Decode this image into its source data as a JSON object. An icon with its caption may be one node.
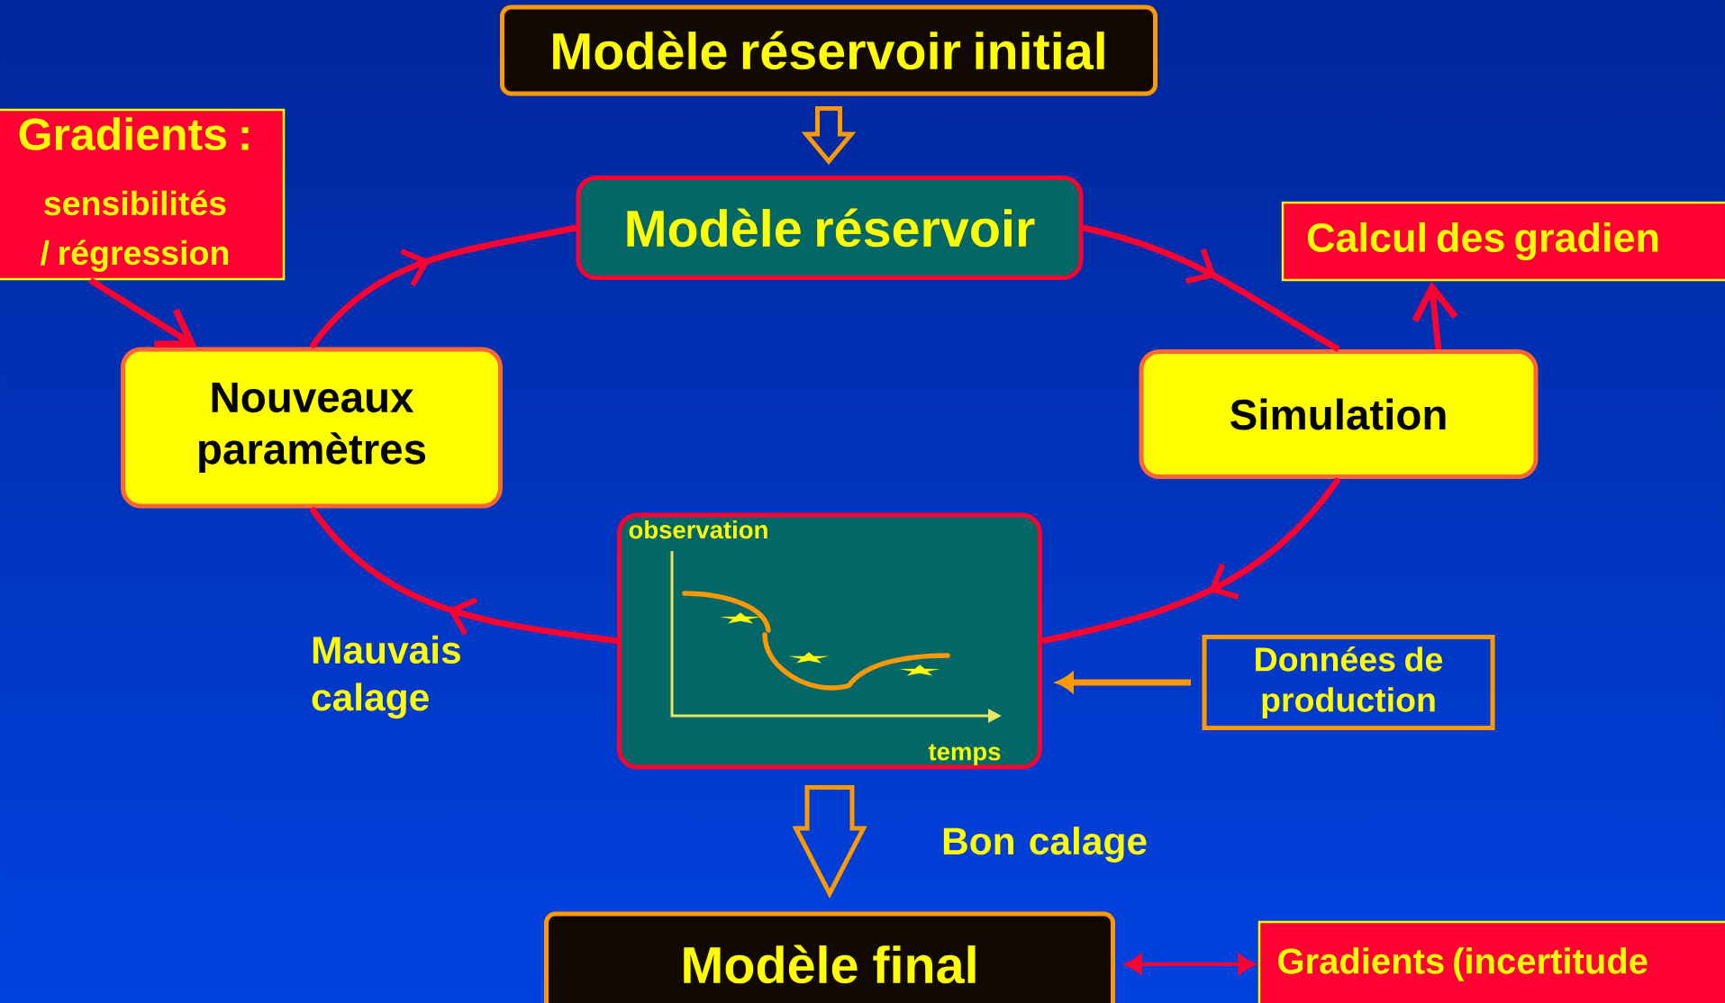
{
  "diagram": {
    "nodes": [
      {
        "text": [
          "Modèle réservoir initial"
        ]
      },
      {
        "text": [
          "Modèle réservoir"
        ]
      },
      {
        "text": [
          "Gradients :",
          "sensibilités / régression"
        ]
      },
      {
        "text": [
          "Calcul des gradien"
        ]
      },
      {
        "text": [
          "Nouveaux paramètres"
        ]
      },
      {
        "text": [
          "Simulation"
        ]
      },
      {
        "text": [
          "observation",
          "temps"
        ]
      },
      {
        "text": [
          "Données de production"
        ]
      },
      {
        "text": [
          "Modèle final"
        ]
      },
      {
        "text": [
          "Gradients (incertitude"
        ]
      }
    ],
    "edges": [
      {
        "from": 0,
        "to": 1,
        "arrow": "to",
        "style": "thick",
        "color": "#ff9900"
      },
      {
        "from": 1,
        "to": 5,
        "arrow": "to"
      },
      {
        "from": 5,
        "to": 6,
        "arrow": "to"
      },
      {
        "from": 6,
        "to": 4,
        "arrow": "to",
        "label": "Mauvais calage"
      },
      {
        "from": 4,
        "to": 1,
        "arrow": "to"
      },
      {
        "from": 2,
        "to": 4,
        "arrow": "to"
      },
      {
        "from": 5,
        "to": 3,
        "arrow": "to"
      },
      {
        "from": 7,
        "to": 6,
        "arrow": "to",
        "color": "#ff9900"
      },
      {
        "from": 6,
        "to": 8,
        "arrow": "to",
        "style": "thick",
        "color": "#ff9900",
        "label": "Bon calage"
      },
      {
        "from": 8,
        "to": 9,
        "arrow": "both"
      }
    ]
  }
}
